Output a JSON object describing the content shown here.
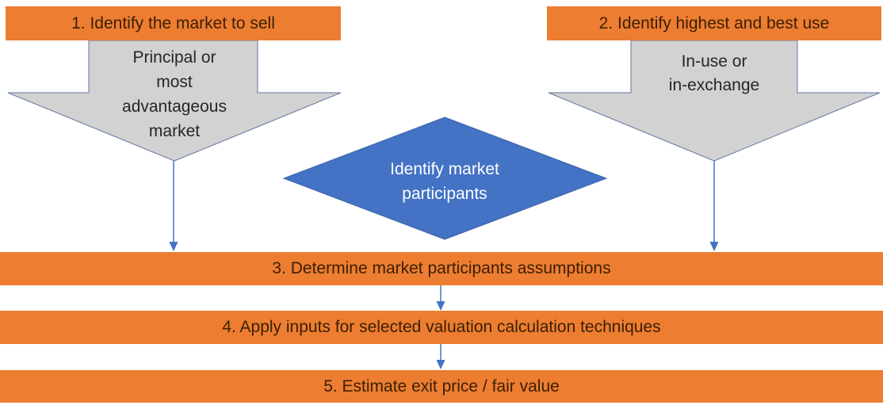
{
  "colors": {
    "orange": "#ED7D31",
    "gray_fill": "#D2D2D2",
    "gray_stroke": "#6277A0",
    "blue": "#4472C4",
    "blue_stroke": "#3A62A7",
    "connector": "#4472C4",
    "bar_text": "#3B2005",
    "arrow_text": "#262626",
    "diamond_text": "#FFFFFF"
  },
  "steps": {
    "step1": "1. Identify the market to sell",
    "step2": "2. Identify highest and best use",
    "step3": "3. Determine market participants assumptions",
    "step4": "4. Apply inputs for selected valuation calculation techniques",
    "step5": "5. Estimate exit price / fair value"
  },
  "callouts": {
    "left_arrow": "Principal or\nmost\nadvantageous\nmarket",
    "right_arrow": "In-use or\nin-exchange",
    "diamond": "Identify market\nparticipants"
  }
}
